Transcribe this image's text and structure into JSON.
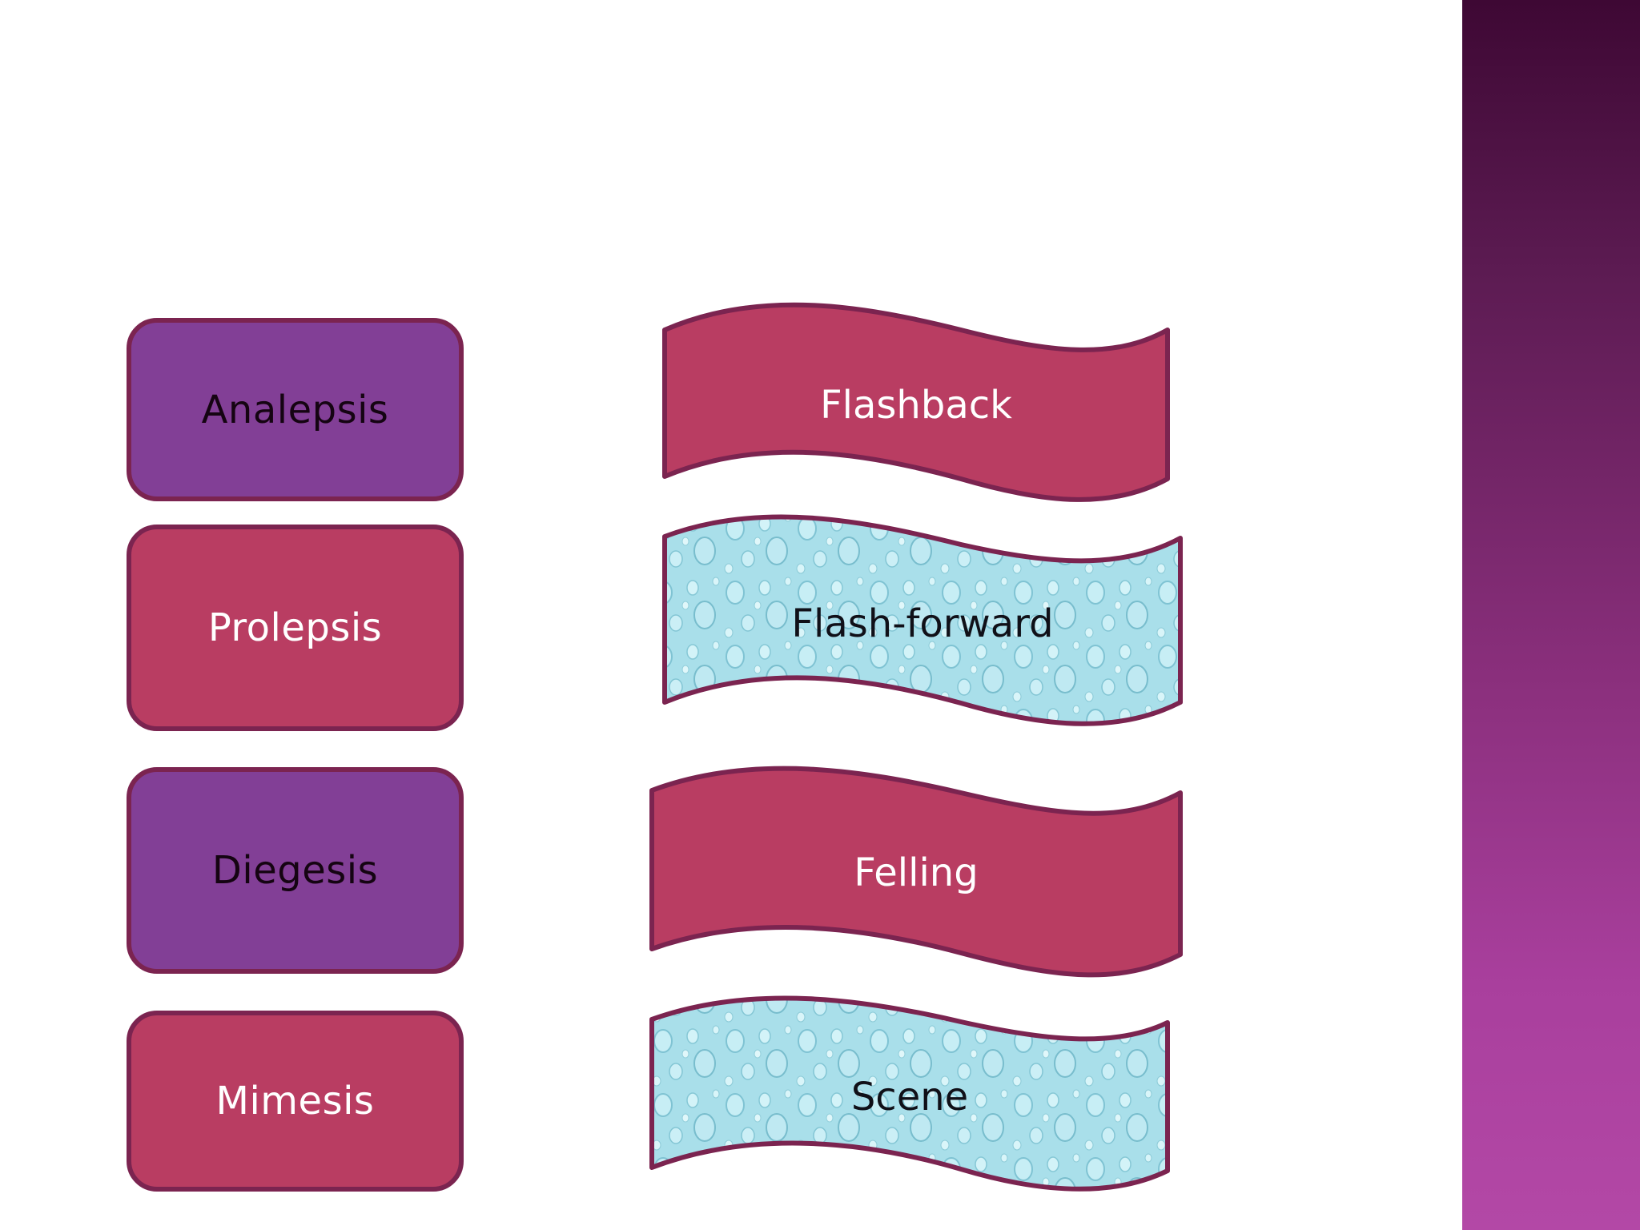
{
  "terms": [
    {
      "label": "Analepsis",
      "style": "purple"
    },
    {
      "label": "Prolepsis",
      "style": "rose"
    },
    {
      "label": "Diegesis",
      "style": "purple"
    },
    {
      "label": "Mimesis",
      "style": "rose"
    }
  ],
  "definitions": [
    {
      "label": "Flashback",
      "fill": "rose"
    },
    {
      "label": "Flash-forward",
      "fill": "water"
    },
    {
      "label": "Felling",
      "fill": "rose"
    },
    {
      "label": "Scene",
      "fill": "water"
    }
  ],
  "colors": {
    "purple_box": "#823f96",
    "rose_box": "#b93d62",
    "border": "#7b2450",
    "water": "#a9dfea",
    "sidebar_top": "#3e0834",
    "sidebar_bottom": "#b348a6"
  }
}
